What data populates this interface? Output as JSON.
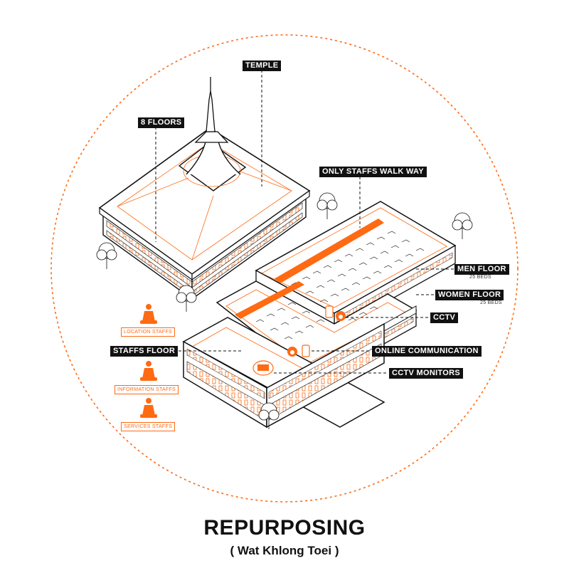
{
  "colors": {
    "accent": "#ff6a13",
    "line": "#111111"
  },
  "labels": {
    "temple": "TEMPLE",
    "floors": "8 FLOORS",
    "walkway": "ONLY STAFFS WALK WAY",
    "men_floor": "MEN FLOOR",
    "men_beds": "25 BEDS",
    "women_floor": "WOMEN FLOOR",
    "women_beds": "25 BEDS",
    "cctv": "CCTV",
    "staffs_floor": "STAFFS FLOOR",
    "online_comm": "ONLINE COMMUNICATION",
    "cctv_monitors": "CCTV MONITORS"
  },
  "staff": {
    "location": "LOCATION STAFFS",
    "information": "INFORMATION STAFFS",
    "services": "SERVICES STAFFS"
  },
  "title": "REPURPOSING",
  "subtitle": "( Wat Khlong Toei )",
  "icons": [
    "monk-icon",
    "cctv-camera-icon",
    "phone-icon",
    "monitor-icon",
    "tree-icon"
  ]
}
